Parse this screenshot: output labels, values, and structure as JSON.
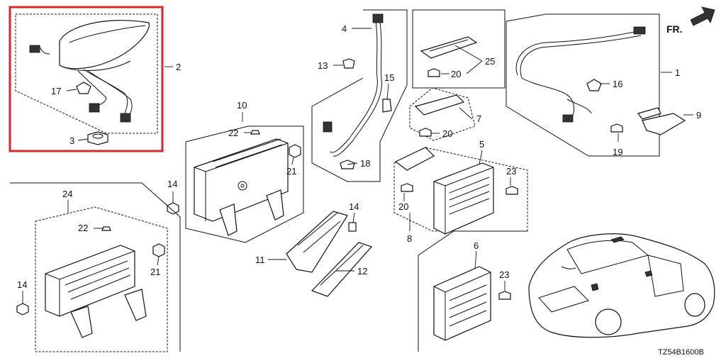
{
  "diagram": {
    "code": "TZ54B1600B",
    "direction_label": "FR.",
    "highlight_color": "#d9262b",
    "callouts": {
      "c1": "1",
      "c2": "2",
      "c3": "3",
      "c4": "4",
      "c5": "5",
      "c6": "6",
      "c7": "7",
      "c8": "8",
      "c9": "9",
      "c10": "10",
      "c11": "11",
      "c12": "12",
      "c13": "13",
      "c14a": "14",
      "c14b": "14",
      "c14c": "14",
      "c15": "15",
      "c16": "16",
      "c17": "17",
      "c18": "18",
      "c19": "19",
      "c20a": "20",
      "c20b": "20",
      "c20c": "20",
      "c21a": "21",
      "c21b": "21",
      "c22a": "22",
      "c22b": "22",
      "c23a": "23",
      "c23b": "23",
      "c24": "24",
      "c25": "25"
    }
  }
}
